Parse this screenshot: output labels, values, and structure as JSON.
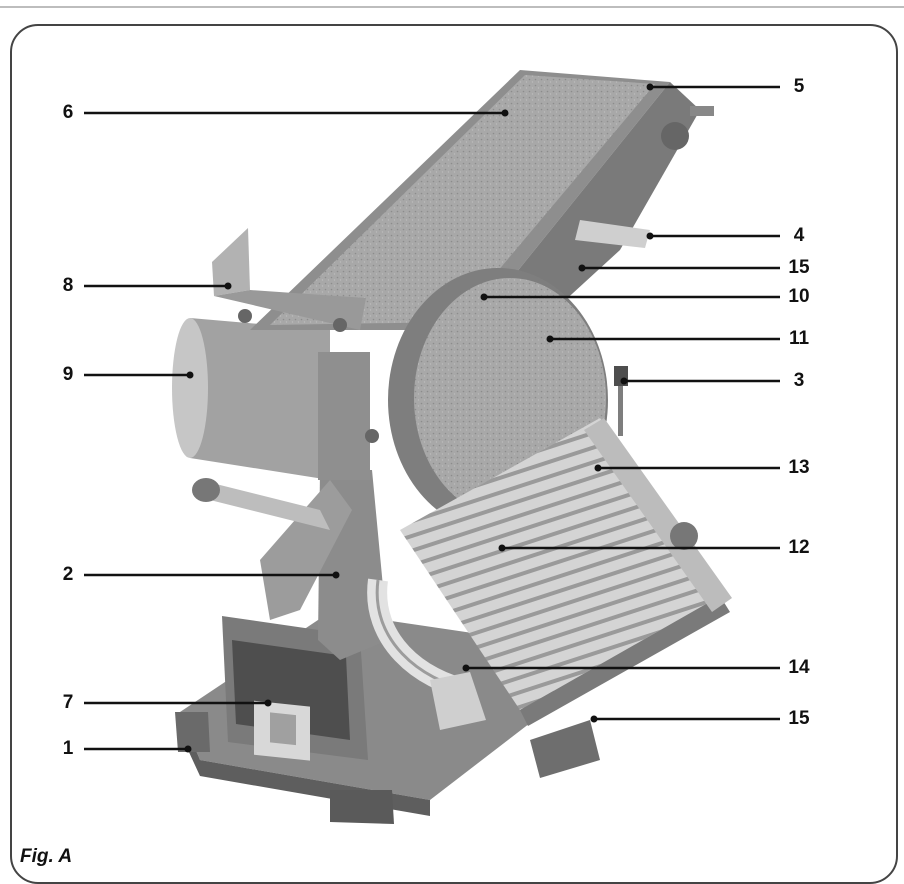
{
  "figure": {
    "caption": "Fig. A",
    "colors": {
      "body": "#9a9a9a",
      "dark": "#5e5e5e",
      "light": "#cfcfcf",
      "leader": "#111111",
      "frame": "#444444"
    },
    "callouts": [
      {
        "id": "1",
        "text": "1"
      },
      {
        "id": "2",
        "text": "2"
      },
      {
        "id": "3",
        "text": "3"
      },
      {
        "id": "4",
        "text": "4"
      },
      {
        "id": "5",
        "text": "5"
      },
      {
        "id": "6",
        "text": "6"
      },
      {
        "id": "7",
        "text": "7"
      },
      {
        "id": "8",
        "text": "8"
      },
      {
        "id": "9",
        "text": "9"
      },
      {
        "id": "10",
        "text": "10"
      },
      {
        "id": "11",
        "text": "11"
      },
      {
        "id": "12",
        "text": "12"
      },
      {
        "id": "13",
        "text": "13"
      },
      {
        "id": "14",
        "text": "14"
      },
      {
        "id": "15a",
        "text": "15"
      },
      {
        "id": "15b",
        "text": "15"
      }
    ]
  }
}
